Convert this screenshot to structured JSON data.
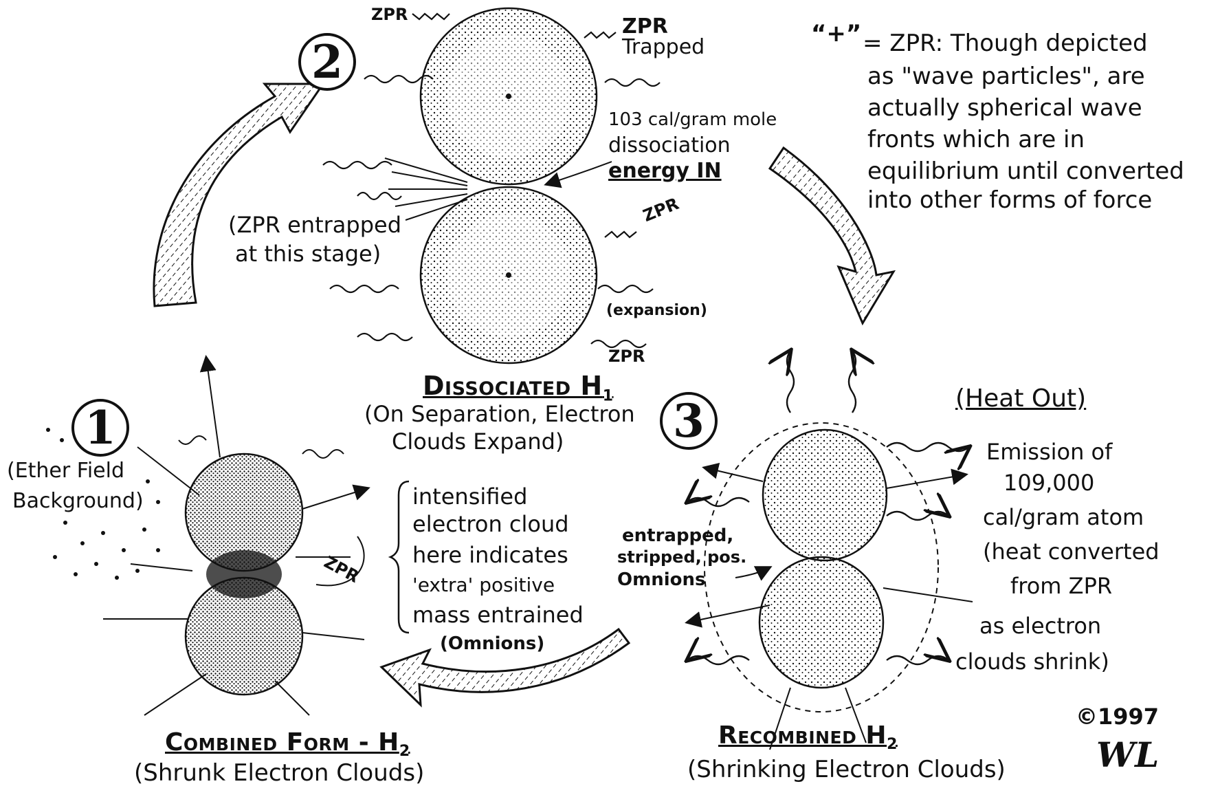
{
  "stages": [
    {
      "number": "1"
    },
    {
      "number": "2"
    },
    {
      "number": "3"
    }
  ],
  "labels": {
    "zpr_top_left": "ZPR",
    "zpr_trapped_1": "ZPR",
    "zpr_trapped_2": "Trapped",
    "dissociation_1": "103 cal/gram mole",
    "dissociation_2": "dissociation",
    "dissociation_3": "energy IN",
    "zpr_mid": "ZPR",
    "zpr_entrapped_1": "(ZPR entrapped",
    "zpr_entrapped_2": "at this stage)",
    "expansion": "(expansion)",
    "zpr_bottom": "ZPR",
    "dissociated_title": "Dissociated H",
    "dissociated_sub": "1",
    "dissociated_caption_1": "(On Separation, Electron",
    "dissociated_caption_2": "Clouds Expand)",
    "legend_quote": "“+”",
    "legend_1": "= ZPR: Though depicted",
    "legend_2": "as \"wave particles\", are",
    "legend_3": "actually spherical wave",
    "legend_4": "fronts which are in",
    "legend_5": "equilibrium until converted",
    "legend_6": "into other forms of force",
    "ether_1": "(Ether Field",
    "ether_2": "Background)",
    "intensified_1": "intensified",
    "intensified_2": "electron cloud",
    "intensified_3": "here indicates",
    "intensified_4": "'extra' positive",
    "intensified_5": "mass entrained",
    "intensified_6": "(Omnions)",
    "zpr_stage1": "ZPR",
    "combined_title": "Combined Form - H",
    "combined_sub": "2",
    "combined_caption": "(Shrunk Electron Clouds)",
    "heat_out": "(Heat Out)",
    "emission_1": "Emission of",
    "emission_2": "109,000",
    "emission_3": "cal/gram atom",
    "emission_4": "(heat converted",
    "emission_5": "from ZPR",
    "emission_6": "as electron",
    "emission_7": "clouds shrink)",
    "entrapped_1": "entrapped,",
    "entrapped_2": "stripped, pos.",
    "entrapped_3": "Omnions",
    "recombined_title": "Recombined H",
    "recombined_sub": "2",
    "recombined_caption": "(Shrinking Electron Clouds)",
    "copyright": "©1997",
    "signature": "WL"
  },
  "icons": {
    "cycle_arrow": "curved-arrow",
    "atom": "stippled-sphere",
    "zpr": "wavy-line",
    "heat": "wavy-heat-arrow"
  },
  "colors": {
    "ink": "#111111",
    "paper": "#ffffff"
  }
}
